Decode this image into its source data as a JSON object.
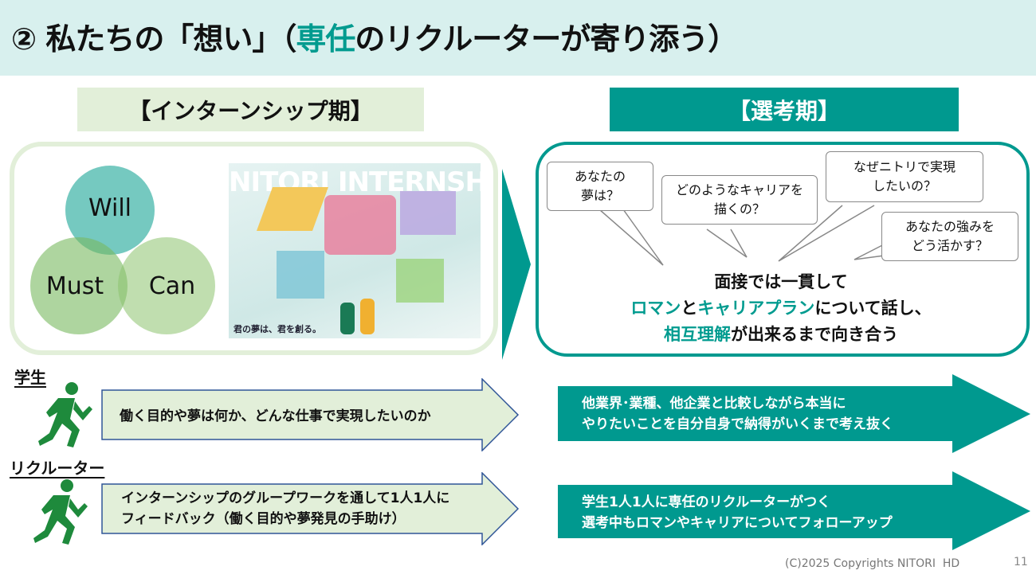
{
  "title": {
    "prefix": "② 私たちの「想い」（",
    "highlight": "専任",
    "suffix": "のリクルーターが寄り添う）"
  },
  "labels": {
    "internship": "【インターンシップ期】",
    "selection": "【選考期】"
  },
  "venn": {
    "will": "Will",
    "must": "Must",
    "can": "Can"
  },
  "image": {
    "heading": "NITORI INTERNSHIP",
    "caption": "君の夢は、君を創る。"
  },
  "bubbles": [
    {
      "line1": "あなたの",
      "line2": "夢は？"
    },
    {
      "line1": "どのようなキャリアを",
      "line2": "描くの？"
    },
    {
      "line1": "なぜニトリで実現",
      "line2": "したいの？"
    },
    {
      "line1": "あなたの強みを",
      "line2": "どう活かす？"
    }
  ],
  "center": {
    "line1": "面接では一貫して",
    "hl1": "ロマン",
    "mid1": "と",
    "hl2": "キャリアプラン",
    "rest2": "について話し、",
    "hl3": "相互理解",
    "rest3": "が出来るまで向き合う"
  },
  "rows": [
    {
      "label": "学生",
      "left": [
        "働く目的や夢は何か、どんな仕事で実現したいのか"
      ],
      "right": [
        "他業界･業種、他企業と比較しながら本当に",
        "やりたいことを自分自身で納得がいくまで考え抜く"
      ]
    },
    {
      "label": "リクルーター",
      "left": [
        "インターンシップのグループワークを通して1人1人に",
        "フィードバック（働く目的や夢発見の手助け）"
      ],
      "right": [
        "学生1人1人に専任のリクルーターがつく",
        "選考中もロマンやキャリアについてフォローアップ"
      ]
    }
  ],
  "footer": {
    "copyright": "(C)2025 Copyrights NITORI  HD",
    "page": "11"
  },
  "colors": {
    "teal": "#00998f",
    "lightgreen": "#e2efd9",
    "runner": "#1e8a3c"
  }
}
